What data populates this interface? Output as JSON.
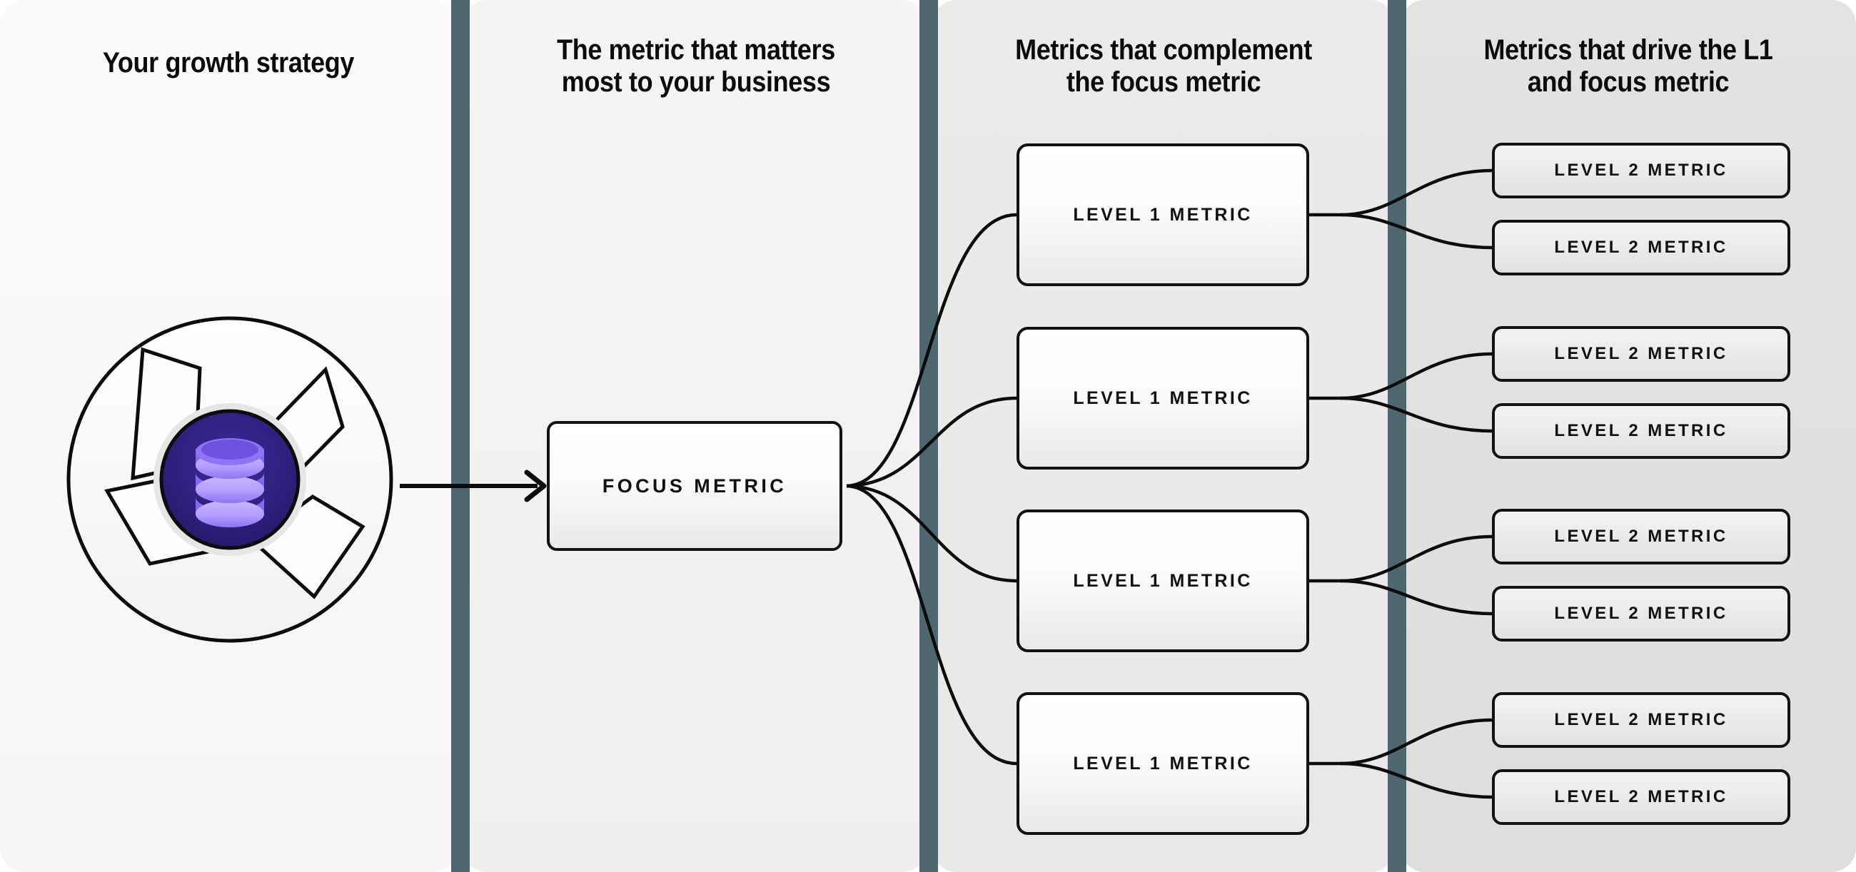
{
  "diagram": {
    "title": "Metric tree: growth strategy to focus metric to level 1 and level 2 metrics",
    "accent_divider_color": "#4d666f",
    "node_border_color": "#121212",
    "icon_accent_color": "#7c5cf0",
    "icon_core_color": "#2b1b6e"
  },
  "columns": [
    {
      "id": "col-strategy",
      "title": "Your growth strategy",
      "background": "#f7f7f7"
    },
    {
      "id": "col-focus",
      "title": "The metric that matters\nmost to your business",
      "background": "#f1f1f1"
    },
    {
      "id": "col-level1",
      "title": "Metrics that complement\nthe focus metric",
      "background": "#e9e9e9"
    },
    {
      "id": "col-level2",
      "title": "Metrics that drive the L1\nand focus metric",
      "background": "#e0e0e0"
    }
  ],
  "strategy": {
    "icon_name": "database-pinwheel-icon",
    "inner_icon": "database-stack-icon"
  },
  "focus": {
    "label": "FOCUS METRIC"
  },
  "level1": [
    {
      "label": "LEVEL 1 METRIC"
    },
    {
      "label": "LEVEL 1 METRIC"
    },
    {
      "label": "LEVEL 1 METRIC"
    },
    {
      "label": "LEVEL 1 METRIC"
    }
  ],
  "level2": [
    {
      "label": "LEVEL 2 METRIC"
    },
    {
      "label": "LEVEL 2 METRIC"
    },
    {
      "label": "LEVEL 2 METRIC"
    },
    {
      "label": "LEVEL 2 METRIC"
    },
    {
      "label": "LEVEL 2 METRIC"
    },
    {
      "label": "LEVEL 2 METRIC"
    },
    {
      "label": "LEVEL 2 METRIC"
    },
    {
      "label": "LEVEL 2 METRIC"
    }
  ]
}
